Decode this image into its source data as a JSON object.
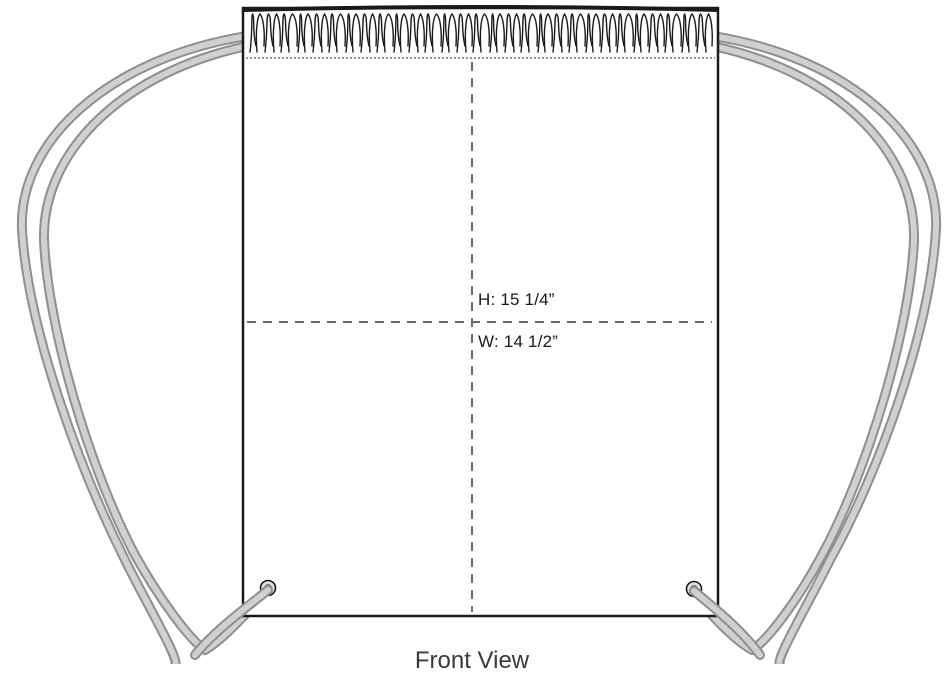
{
  "diagram": {
    "height_dimension": "H: 15 1/4”",
    "width_dimension": "W: 14 1/2”",
    "view_caption": "Front View"
  },
  "colors": {
    "outline": "#1a1a1a",
    "cord": "#bdbdbd",
    "cord_edge": "#8f8f8f",
    "guide_line": "#6a6a6a",
    "grommet_fill": "#d9d9d9"
  },
  "icons": {
    "bag": "drawstring-bag-icon",
    "grommet": "grommet-icon"
  }
}
